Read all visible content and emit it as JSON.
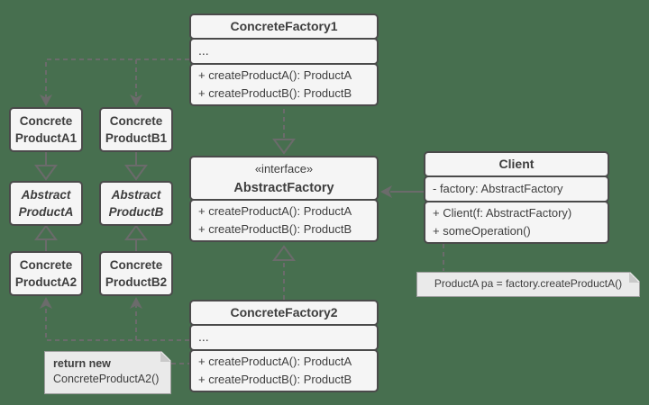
{
  "colors": {
    "background": "#476F4F",
    "box_fill": "#F5F5F5",
    "box_border": "#4A4A4A",
    "line": "#6B6B6B",
    "note_fill": "#EAEAEA"
  },
  "factory1": {
    "title": "ConcreteFactory1",
    "fields": "...",
    "method1": "+ createProductA(): ProductA",
    "method2": "+ createProductB(): ProductB"
  },
  "abstract_factory": {
    "stereotype": "«interface»",
    "title": "AbstractFactory",
    "method1": "+ createProductA(): ProductA",
    "method2": "+ createProductB(): ProductB"
  },
  "factory2": {
    "title": "ConcreteFactory2",
    "fields": "...",
    "method1": "+ createProductA(): ProductA",
    "method2": "+ createProductB(): ProductB"
  },
  "client": {
    "title": "Client",
    "attribute": "- factory: AbstractFactory",
    "method1": "+ Client(f: AbstractFactory)",
    "method2": "+ someOperation()"
  },
  "products": {
    "a1": {
      "line1": "Concrete",
      "line2": "ProductA1"
    },
    "b1": {
      "line1": "Concrete",
      "line2": "ProductB1"
    },
    "abstract_a": {
      "line1": "Abstract",
      "line2": "ProductA"
    },
    "abstract_b": {
      "line1": "Abstract",
      "line2": "ProductB"
    },
    "a2": {
      "line1": "Concrete",
      "line2": "ProductA2"
    },
    "b2": {
      "line1": "Concrete",
      "line2": "ProductB2"
    }
  },
  "notes": {
    "factory2_note": {
      "line1": "return new",
      "line2": "ConcreteProductA2()"
    },
    "client_note": {
      "text": "ProductA pa = factory.createProductA()"
    }
  }
}
